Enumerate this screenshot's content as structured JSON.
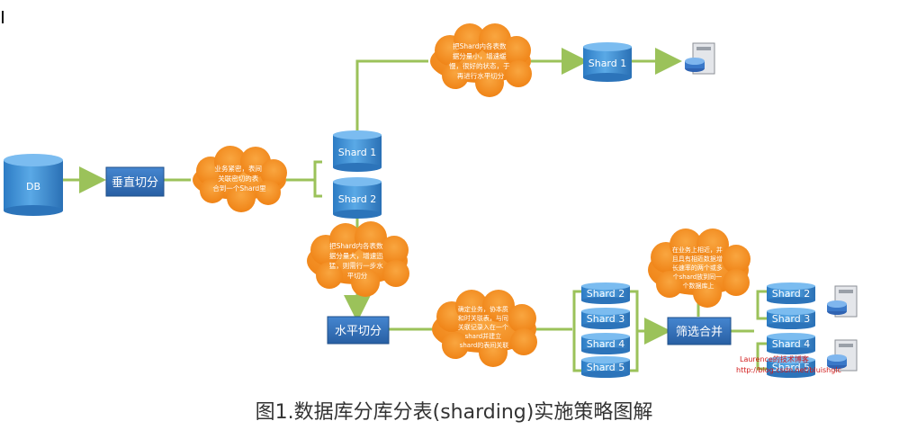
{
  "nodes": {
    "db": "DB",
    "vertical": "垂直切分",
    "horizontal": "水平切分",
    "filter_merge": "筛选合并",
    "shard1_a": "Shard 1",
    "shard2_a": "Shard 2",
    "shard1_top": "Shard 1",
    "stack_left": [
      "Shard 2",
      "Shard 3",
      "Shard 4",
      "Shard 5"
    ],
    "stack_right": [
      "Shard 2",
      "Shard 3",
      "Shard 4",
      "Shard 5"
    ]
  },
  "clouds": {
    "c1": [
      "业务紧密，表间",
      "关联密切的表",
      "合到一个Shard里"
    ],
    "c2": [
      "把Shard内各表数",
      "据分量小，增速缓",
      "慢，很好的状态，于",
      "再进行水平切分"
    ],
    "c3": [
      "把Shard内各表数",
      "据分量大，增速迅",
      "猛，则需行一步水",
      "平切分"
    ],
    "c4": [
      "确定业务，协本质",
      "和时关联表，与同",
      "关联记录入在一个",
      "shard并建立",
      "shard的表间关联"
    ],
    "c5": [
      "在业务上相近，并",
      "且具有相近数据增",
      "长速率的两个或多",
      "个shard放到同一",
      "个数据库上"
    ]
  },
  "watermark": {
    "line1": "Laurence的技术博客",
    "line2": "http://blog.csdn.net/bluishglc"
  },
  "caption": "图1.数据库分库分表(sharding)实施策略图解",
  "colors": {
    "cylinder": "#3d8fd1",
    "box": "#2f6fb8",
    "cloud": "#f28a1a",
    "arrow": "#9bc25a",
    "watermark": "#d11a1a"
  }
}
